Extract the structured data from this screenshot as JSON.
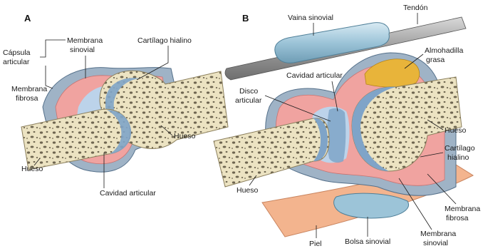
{
  "panels": {
    "a": {
      "letter": "A",
      "labels": {
        "capsula_articular": [
          "Cápsula",
          "articular"
        ],
        "membrana_sinovial": [
          "Membrana",
          "sinovial"
        ],
        "membrana_fibrosa": [
          "Membrana",
          "fibrosa"
        ],
        "cartilago_hialino": "Cartílago hialino",
        "hueso_right": "Hueso",
        "hueso_left": "Hueso",
        "cavidad_articular": "Cavidad articular"
      }
    },
    "b": {
      "letter": "B",
      "labels": {
        "vaina_sinovial": "Vaina sinovial",
        "tendon": "Tendón",
        "almohadilla_grasa": [
          "Almohadilla",
          "grasa"
        ],
        "cavidad_articular": "Cavidad articular",
        "disco_articular": [
          "Disco",
          "articular"
        ],
        "hueso_right": "Hueso",
        "cartilago_hialino": [
          "Cartílago",
          "hialino"
        ],
        "hueso_left": "Hueso",
        "membrana_fibrosa": [
          "Membrana",
          "fibrosa"
        ],
        "membrana_sinovial": [
          "Membrana",
          "sinovial"
        ],
        "bolsa_sinovial": "Bolsa sinovial",
        "piel": "Piel"
      }
    }
  },
  "colors": {
    "bone": "#ece3c2",
    "bone_pore": "#6e6550",
    "cartilage": "#7fa4c8",
    "synovial": "#f0a3a0",
    "fibrous": "#9fb3c6",
    "cavity": "#bcd3ea",
    "fat": "#e8b43a",
    "skin": "#f3b48e",
    "tendon": "#9a9a9a"
  }
}
